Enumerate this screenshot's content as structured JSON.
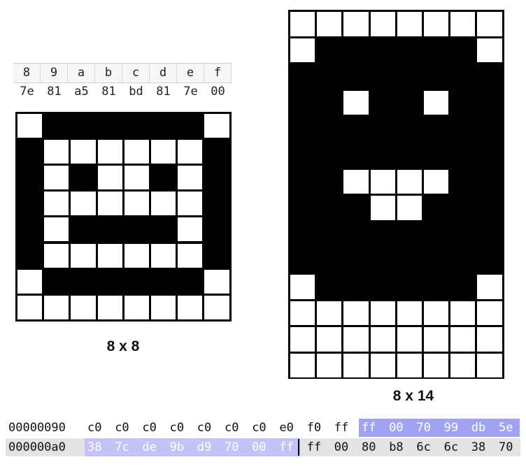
{
  "small_glyph": {
    "header_columns": [
      "8",
      "9",
      "a",
      "b",
      "c",
      "d",
      "e",
      "f"
    ],
    "byte_values": [
      "7e",
      "81",
      "a5",
      "81",
      "bd",
      "81",
      "7e",
      "00"
    ],
    "caption": "8 x 8"
  },
  "large_glyph": {
    "caption": "8 x 14",
    "rows_hex": [
      "00",
      "7e",
      "ff",
      "db",
      "ff",
      "ff",
      "c3",
      "e7",
      "ff",
      "ff",
      "7e",
      "00",
      "00",
      "00"
    ]
  },
  "hex_dump": {
    "rows": [
      {
        "offset": "00000090",
        "bytes": [
          "c0",
          "c0",
          "c0",
          "c0",
          "c0",
          "c0",
          "c0",
          "e0",
          "f0",
          "ff",
          "ff",
          "00",
          "70",
          "99",
          "db",
          "5e"
        ],
        "selected_from": 10,
        "selected_to": 15
      },
      {
        "offset": "000000a0",
        "bytes": [
          "38",
          "7c",
          "de",
          "9b",
          "d9",
          "70",
          "00",
          "ff",
          "ff",
          "00",
          "80",
          "b8",
          "6c",
          "6c",
          "38",
          "70"
        ],
        "selected_from": 0,
        "selected_to": 7
      }
    ]
  },
  "colors": {
    "ink": "#000000",
    "paper": "#ffffff",
    "selection": "#a2a2f2",
    "selection_light": "#c3c3f7"
  }
}
